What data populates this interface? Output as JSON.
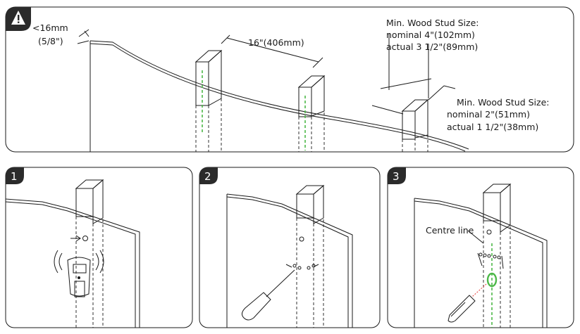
{
  "top_panel": {
    "warning_icon": "warning-triangle-icon",
    "drywall_label_1": "<16mm",
    "drywall_label_2": "(5/8\")",
    "spacing_label": "16\"(406mm)",
    "min_stud_4": {
      "line1": "Min. Wood Stud Size:",
      "line2": "nominal 4\"(102mm)",
      "line3": "actual 3 1/2\"(89mm)"
    },
    "min_stud_2": {
      "line1": "Min. Wood Stud Size:",
      "line2": "nominal 2\"(51mm)",
      "line3": "actual 1 1/2\"(38mm)"
    }
  },
  "steps": [
    {
      "number": "1",
      "icon": "stud-finder-icon"
    },
    {
      "number": "2",
      "icon": "screwdriver-icon"
    },
    {
      "number": "3",
      "icon": "pencil-icon",
      "centre_label": "Centre line"
    }
  ],
  "colors": {
    "line": "#1a1a1a",
    "centre_line": "#4cb848",
    "red_mark": "#e53935",
    "badge": "#2b2b2b"
  }
}
